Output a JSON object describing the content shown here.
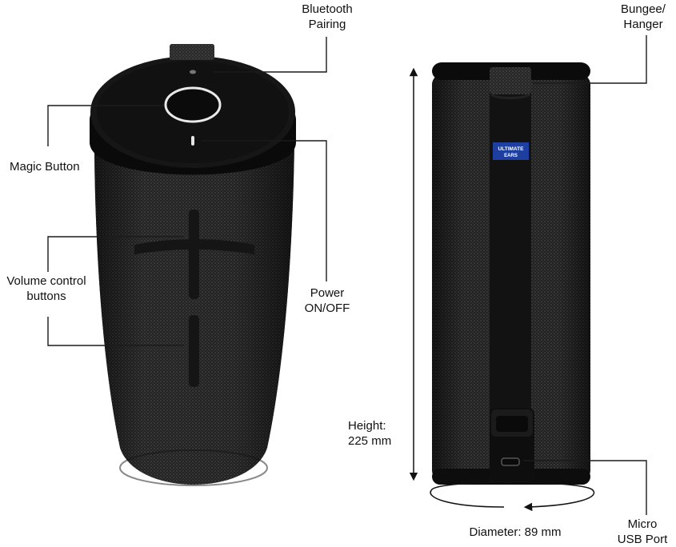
{
  "labels": {
    "bluetooth_pairing": [
      "Bluetooth",
      "Pairing"
    ],
    "magic_button": [
      "Magic Button"
    ],
    "volume_control_buttons": [
      "Volume control",
      "buttons"
    ],
    "power_on_off": [
      "Power",
      "ON/OFF"
    ],
    "bungee_hanger": [
      "Bungee/",
      "Hanger"
    ],
    "height": [
      "Height:",
      "225 mm"
    ],
    "diameter": [
      "Diameter: 89 mm"
    ],
    "micro_usb_port": [
      "Micro",
      "USB Port"
    ]
  },
  "brand_badge": [
    "ULTIMATE",
    "EARS"
  ],
  "colors": {
    "speaker_body": "#2a2a2a",
    "speaker_top": "#0d0d0d",
    "callout_lines": "#1a1a1a",
    "badge": "#1f3fa0"
  }
}
